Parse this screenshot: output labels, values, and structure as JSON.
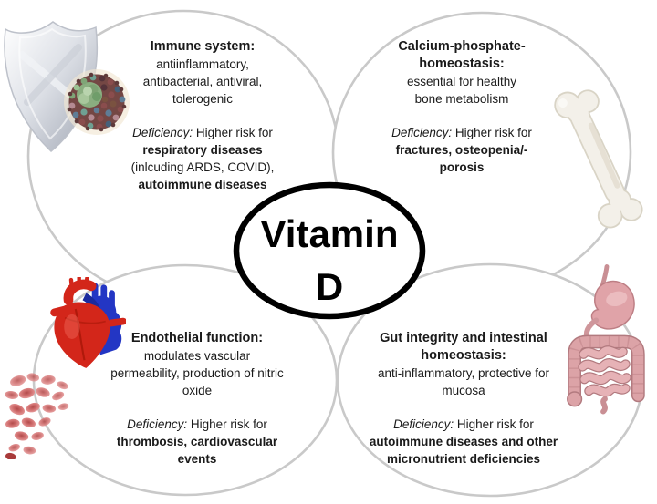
{
  "center": {
    "line1": "Vitamin",
    "line2": "D"
  },
  "quadrants": [
    {
      "id": "immune-system",
      "icon": "shield-with-virus",
      "title_lines": [
        "Immune system:"
      ],
      "function_lines": [
        "antiinflammatory,",
        "antibacterial,  antiviral,",
        "tolerogenic"
      ],
      "deficiency": {
        "label": "Deficiency:",
        "text1": " Higher risk for ",
        "bold1": "respiratory diseases",
        "text2": " (inlcuding ARDS, COVID), ",
        "bold2": "autoimmune diseases"
      }
    },
    {
      "id": "calcium-phosphate-homeostasis",
      "icon": "bone",
      "title_lines": [
        "Calcium-phosphate-",
        "homeostasis:"
      ],
      "function_lines": [
        "essential for healthy",
        "bone metabolism"
      ],
      "deficiency": {
        "label": "Deficiency:",
        "text1": " Higher risk for ",
        "bold1": "fractures, osteopenia/-porosis"
      }
    },
    {
      "id": "endothelial-function",
      "icon": "heart-and-blood-cells",
      "title_lines": [
        "Endothelial function:"
      ],
      "function_lines": [
        "modulates vascular",
        "permeability, production of nitric",
        "oxide"
      ],
      "deficiency": {
        "label": "Deficiency:",
        "text1": " Higher risk for ",
        "bold1": "thrombosis, cardiovascular events"
      }
    },
    {
      "id": "gut-integrity",
      "icon": "digestive-tract",
      "title_lines": [
        "Gut integrity and intestinal",
        "homeostasis:"
      ],
      "function_lines": [
        "anti-inflammatory,  protective for",
        "mucosa"
      ],
      "deficiency": {
        "label": "Deficiency:",
        "text1": " Higher risk for ",
        "bold1": "autoimmune diseases and other micronutrient deficiencies"
      }
    }
  ],
  "colors": {
    "background": "#ffffff",
    "ellipse_outline": "#c9c9c9",
    "center_ellipse_outline": "#000000",
    "text": "#1a1a1a",
    "heart_red": "#d3261a",
    "vessel_blue": "#2336c4",
    "bone_ivory": "#f3f0e9",
    "intestine_pink": "#dca3a7",
    "stomach_pink": "#e0a3a8",
    "blood_cell_red": "#cf6c6c",
    "shield_silver": "#c9cdd6",
    "virus_base": "#744744",
    "virus_green": "#8aae80"
  }
}
